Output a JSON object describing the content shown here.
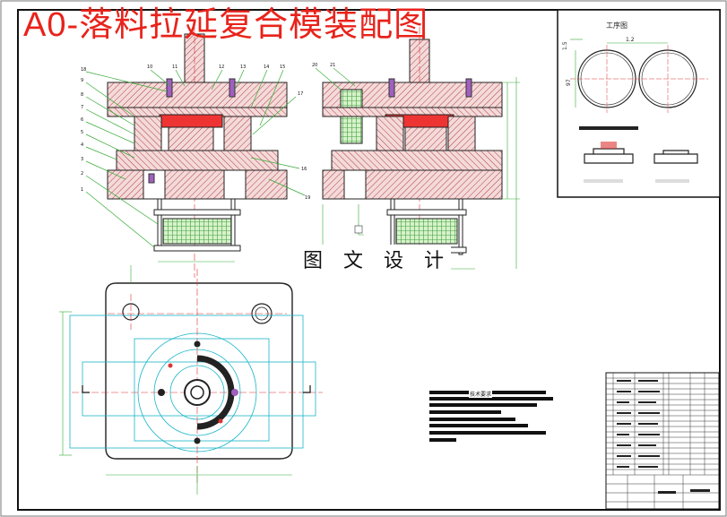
{
  "drawing": {
    "title": "A0-落料拉延复合模装配图",
    "watermark": "图 文 设 计",
    "title_color": "#e8231b",
    "process_sheet": {
      "title": "工序图",
      "dims": [
        "1.5",
        "97",
        "1.2"
      ]
    },
    "tech_requirements": {
      "title": "技术要求"
    }
  }
}
